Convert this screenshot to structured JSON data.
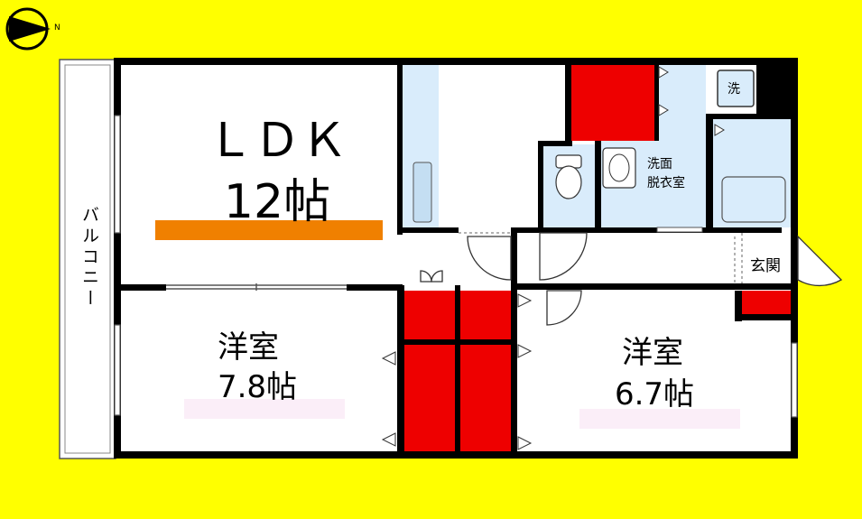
{
  "compass": {
    "label": "N"
  },
  "balcony": {
    "label": "バルコニー"
  },
  "rooms": {
    "ldk": {
      "name": "ＬＤＫ",
      "size": "12帖"
    },
    "western1": {
      "name": "洋室",
      "size": "7.8帖"
    },
    "western2": {
      "name": "洋室",
      "size": "6.7帖"
    },
    "washroom": {
      "line1": "洗面",
      "line2": "脱衣室"
    },
    "entrance": {
      "label": "玄関"
    },
    "washer": {
      "label": "洗"
    }
  },
  "colors": {
    "background": "#ffff00",
    "wall": "#000000",
    "closet": "#ee0000",
    "wet_area": "#d9ecfb",
    "ldk_bar": "#f08000",
    "western_bar": "#fbeef8"
  }
}
